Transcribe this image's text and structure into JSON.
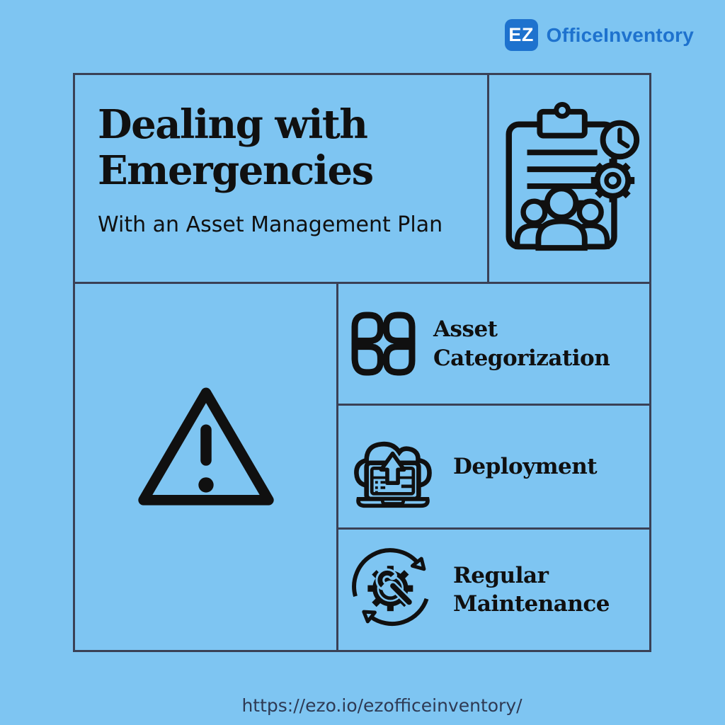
{
  "colors": {
    "background": "#7ec5f2",
    "grid_border": "#3a4156",
    "ink": "#101010",
    "logo_blue": "#1e72ce",
    "url_text": "#2e3a54"
  },
  "logo": {
    "badge_label": "EZ",
    "brand_name": "OfficeInventory"
  },
  "hero": {
    "title": "Dealing with Emergencies",
    "subtitle": "With an Asset Management Plan"
  },
  "icons": {
    "header": "clipboard-plan-icon",
    "alert": "warning-triangle-icon",
    "item1": "categories-icon",
    "item2": "cloud-deployment-icon",
    "item3": "maintenance-icon"
  },
  "sections": [
    {
      "label": "Asset Categorization"
    },
    {
      "label": "Deployment"
    },
    {
      "label": "Regular Maintenance"
    }
  ],
  "footer": {
    "url": "https://ezo.io/ezofficeinventory/"
  }
}
